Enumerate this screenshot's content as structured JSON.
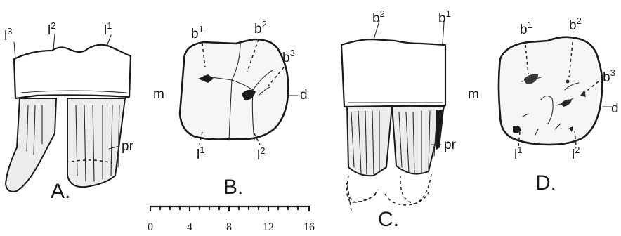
{
  "figure": {
    "panels": [
      {
        "id": "A",
        "label": "A.",
        "markers": [
          {
            "base": "l",
            "sup": "3"
          },
          {
            "base": "l",
            "sup": "2"
          },
          {
            "base": "l",
            "sup": "1"
          },
          {
            "base": "pr",
            "sup": ""
          }
        ]
      },
      {
        "id": "B",
        "label": "B.",
        "markers": [
          {
            "base": "b",
            "sup": "1"
          },
          {
            "base": "b",
            "sup": "2"
          },
          {
            "base": "b",
            "sup": "3"
          },
          {
            "base": "m",
            "sup": ""
          },
          {
            "base": "d",
            "sup": ""
          },
          {
            "base": "l",
            "sup": "1"
          },
          {
            "base": "l",
            "sup": "2"
          }
        ]
      },
      {
        "id": "C",
        "label": "C.",
        "markers": [
          {
            "base": "b",
            "sup": "2"
          },
          {
            "base": "b",
            "sup": "1"
          },
          {
            "base": "pr",
            "sup": ""
          }
        ]
      },
      {
        "id": "D",
        "label": "D.",
        "markers": [
          {
            "base": "b",
            "sup": "1"
          },
          {
            "base": "b",
            "sup": "2"
          },
          {
            "base": "b",
            "sup": "3"
          },
          {
            "base": "m",
            "sup": ""
          },
          {
            "base": "d",
            "sup": ""
          },
          {
            "base": "l",
            "sup": "1"
          },
          {
            "base": "l",
            "sup": "2"
          }
        ]
      }
    ],
    "scale_bar": {
      "ticks": [
        "0",
        "4",
        "8",
        "12",
        "16"
      ]
    }
  }
}
